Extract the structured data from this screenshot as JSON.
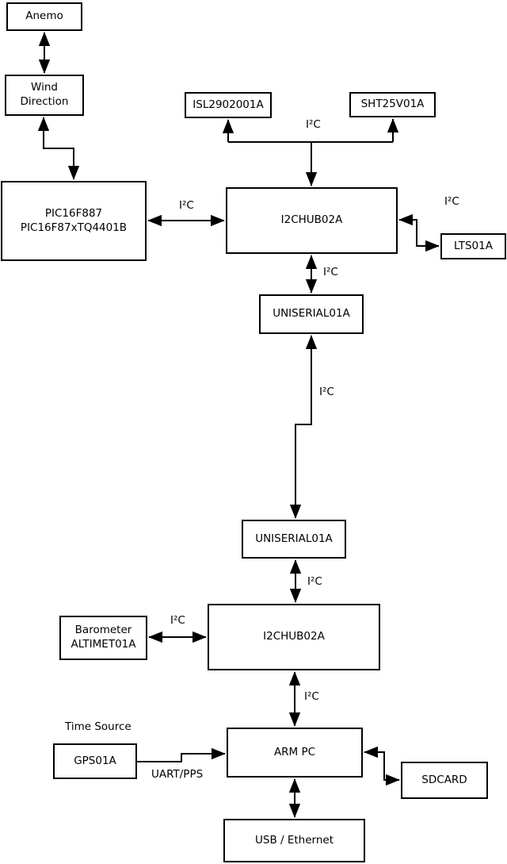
{
  "diagram": {
    "boxes": {
      "anemo": {
        "lines": [
          "Anemo"
        ]
      },
      "wind_direction": {
        "lines": [
          "Wind",
          "Direction"
        ]
      },
      "pic": {
        "lines": [
          "PIC16F887",
          "PIC16F87xTQ4401B"
        ]
      },
      "isl": {
        "lines": [
          "ISL2902001A"
        ]
      },
      "sht": {
        "lines": [
          "SHT25V01A"
        ]
      },
      "i2c_hub_top": {
        "lines": [
          "I2CHUB02A"
        ]
      },
      "lts": {
        "lines": [
          "LTS01A"
        ]
      },
      "uniserial_top": {
        "lines": [
          "UNISERIAL01A"
        ]
      },
      "uniserial_bottom": {
        "lines": [
          "UNISERIAL01A"
        ]
      },
      "i2c_hub_bottom": {
        "lines": [
          "I2CHUB02A"
        ]
      },
      "barometer": {
        "lines": [
          "Barometer",
          "ALTIMET01A"
        ]
      },
      "gps": {
        "lines": [
          "GPS01A"
        ]
      },
      "arm_pc": {
        "lines": [
          "ARM PC"
        ]
      },
      "sdcard": {
        "lines": [
          "SDCARD"
        ]
      },
      "usb_ethernet": {
        "lines": [
          "USB / Ethernet"
        ]
      }
    },
    "edge_labels": {
      "i2c_top_rail": "I²C",
      "i2c_pic_hub": "I²C",
      "i2c_hub_lts": "I²C",
      "i2c_hub_uniserial": "I²C",
      "i2c_uniserial_link": "I²C",
      "i2c_uniserial_hub2": "I²C",
      "i2c_barometer_hub2": "I²C",
      "i2c_hub2_arm": "I²C",
      "time_source": "Time Source",
      "uart_pps": "UART/PPS"
    },
    "colors": {
      "line": "#000000",
      "box_fill": "#ffffff",
      "background": "#ffffff",
      "text": "#000000"
    }
  }
}
